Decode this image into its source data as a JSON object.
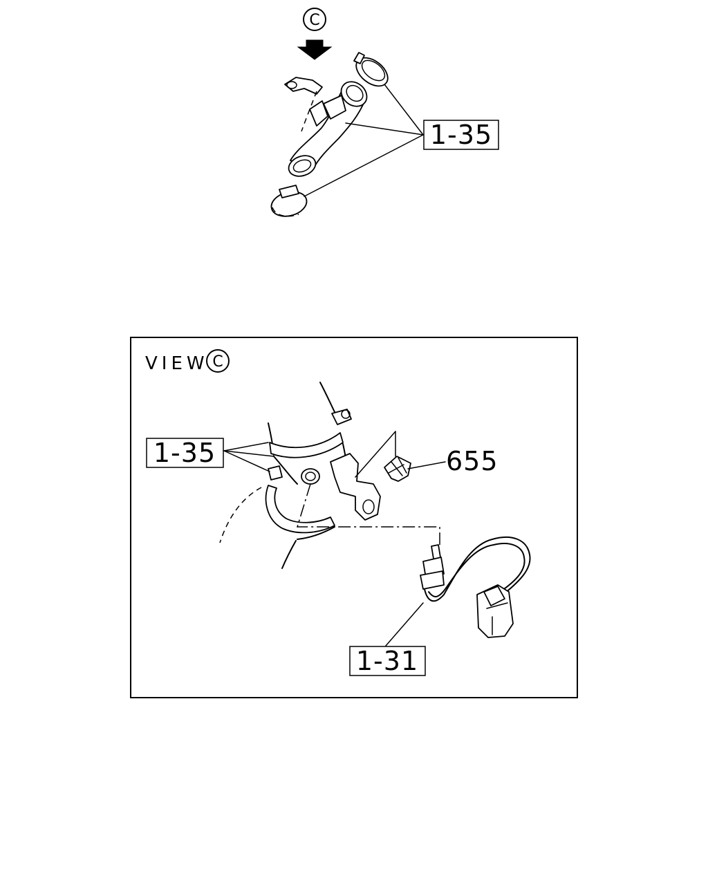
{
  "top_view": {
    "view_marker": "C",
    "label_hose": "1-35"
  },
  "detail_view": {
    "title_text": "VIEW",
    "title_marker": "C",
    "label_hose": "1-35",
    "label_clip": "655",
    "label_sensor": "1-31"
  }
}
